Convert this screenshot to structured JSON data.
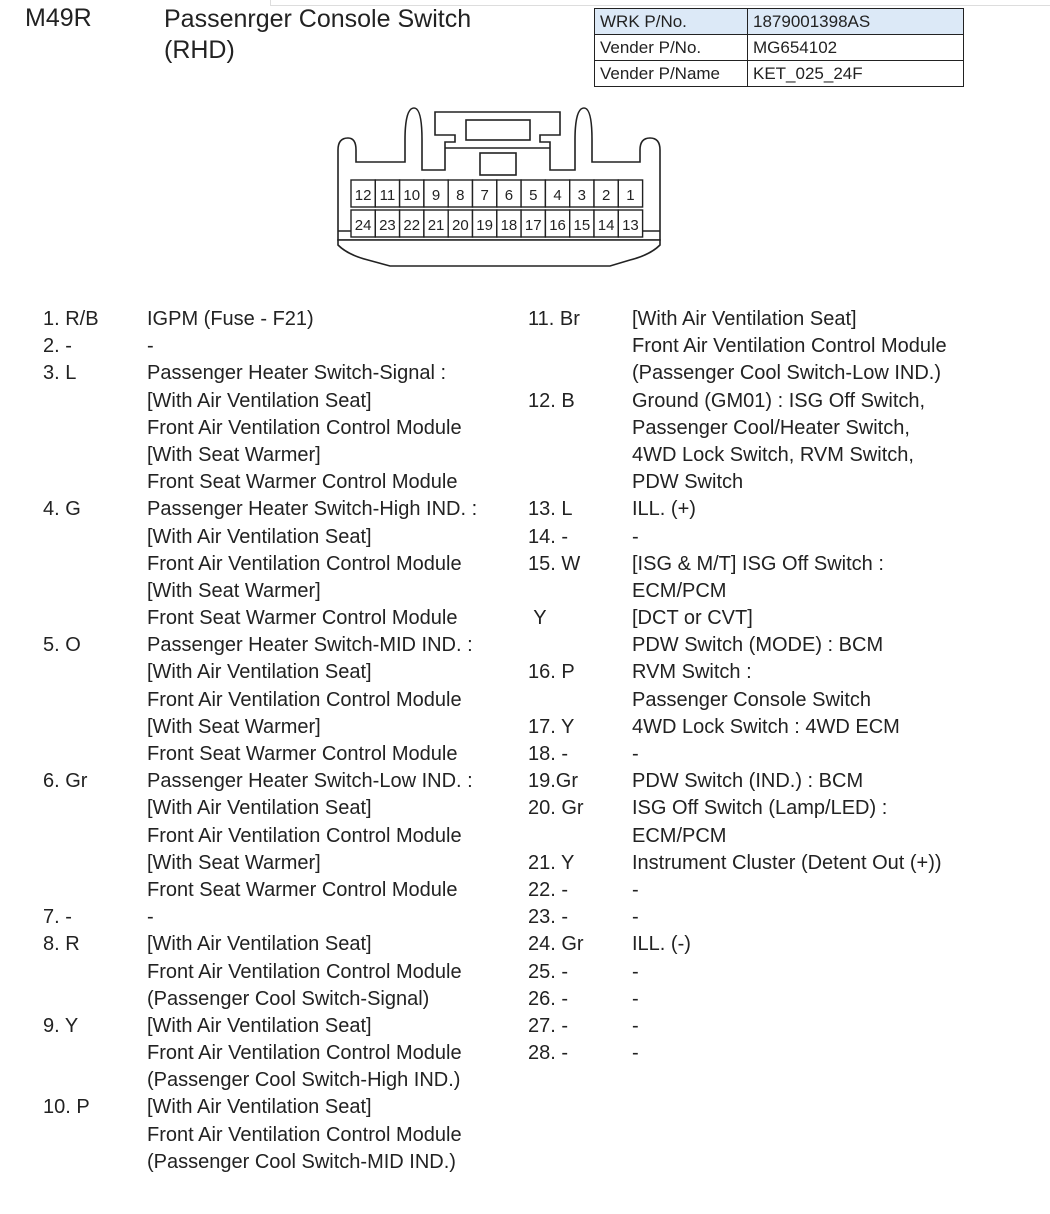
{
  "header": {
    "code": "M49R",
    "title_line1": "Passenrger Console Switch",
    "title_line2": "(RHD)"
  },
  "part_table": [
    {
      "label": "WRK P/No.",
      "value": "1879001398AS"
    },
    {
      "label": "Vender P/No.",
      "value": "MG654102"
    },
    {
      "label": "Vender P/Name",
      "value": "KET_025_24F"
    }
  ],
  "connector": {
    "top_row": [
      "12",
      "11",
      "10",
      "9",
      "8",
      "7",
      "6",
      "5",
      "4",
      "3",
      "2",
      "1"
    ],
    "bottom_row": [
      "24",
      "23",
      "22",
      "21",
      "20",
      "19",
      "18",
      "17",
      "16",
      "15",
      "14",
      "13"
    ]
  },
  "left_pins": [
    {
      "pin": "1. R/B",
      "lines": [
        "IGPM (Fuse - F21)"
      ]
    },
    {
      "pin": "2. -",
      "lines": [
        "-"
      ]
    },
    {
      "pin": "3. L",
      "lines": [
        "Passenger Heater Switch-Signal :",
        "[With Air Ventilation Seat]",
        "Front Air Ventilation Control Module",
        "[With Seat Warmer]",
        "Front Seat Warmer Control Module"
      ]
    },
    {
      "pin": "4. G",
      "lines": [
        "Passenger Heater Switch-High IND. :",
        "[With Air Ventilation Seat]",
        "Front Air Ventilation Control Module",
        "[With Seat Warmer]",
        "Front Seat Warmer Control Module"
      ]
    },
    {
      "pin": "5. O",
      "lines": [
        "Passenger Heater Switch-MID IND. :",
        "[With Air Ventilation Seat]",
        "Front Air Ventilation Control Module",
        "[With Seat Warmer]",
        "Front Seat Warmer Control Module"
      ]
    },
    {
      "pin": "6. Gr",
      "lines": [
        "Passenger Heater Switch-Low IND. :",
        "[With Air Ventilation Seat]",
        "Front Air Ventilation Control Module",
        "[With Seat Warmer]",
        "Front Seat Warmer Control Module"
      ]
    },
    {
      "pin": "7. -",
      "lines": [
        "-"
      ]
    },
    {
      "pin": "8. R",
      "lines": [
        "[With Air Ventilation Seat]",
        "Front Air Ventilation Control Module",
        "(Passenger Cool Switch-Signal)"
      ]
    },
    {
      "pin": "9. Y",
      "lines": [
        "[With Air Ventilation Seat]",
        "Front Air Ventilation Control Module",
        "(Passenger Cool Switch-High IND.)"
      ]
    },
    {
      "pin": "10. P",
      "lines": [
        "[With Air Ventilation Seat]",
        "Front Air Ventilation Control Module",
        "(Passenger Cool Switch-MID IND.)"
      ]
    }
  ],
  "right_pins": [
    {
      "pin": "11. Br",
      "lines": [
        "[With Air Ventilation Seat]",
        "Front Air Ventilation Control Module",
        "(Passenger Cool Switch-Low IND.)"
      ]
    },
    {
      "pin": "12. B",
      "lines": [
        "Ground (GM01) : ISG Off Switch,",
        "Passenger Cool/Heater Switch,",
        "4WD Lock Switch, RVM Switch,",
        "PDW Switch"
      ]
    },
    {
      "pin": "13. L",
      "lines": [
        "ILL. (+)"
      ]
    },
    {
      "pin": "14. -",
      "lines": [
        "-"
      ]
    },
    {
      "pin": "15. W",
      "lines": [
        "[ISG & M/T] ISG Off Switch :",
        "ECM/PCM"
      ]
    },
    {
      "pin": " Y",
      "lines": [
        "[DCT or CVT]",
        "PDW Switch (MODE) : BCM"
      ]
    },
    {
      "pin": "16. P",
      "lines": [
        "RVM Switch :",
        "Passenger Console Switch"
      ]
    },
    {
      "pin": "17. Y",
      "lines": [
        "4WD Lock Switch : 4WD ECM"
      ]
    },
    {
      "pin": "18. -",
      "lines": [
        "-"
      ]
    },
    {
      "pin": "19.Gr",
      "lines": [
        "PDW Switch (IND.) : BCM"
      ]
    },
    {
      "pin": "20. Gr",
      "lines": [
        "ISG Off Switch (Lamp/LED) :",
        "ECM/PCM"
      ]
    },
    {
      "pin": "21. Y",
      "lines": [
        "Instrument Cluster (Detent Out (+))"
      ]
    },
    {
      "pin": "22. -",
      "lines": [
        "-"
      ]
    },
    {
      "pin": "23. -",
      "lines": [
        "-"
      ]
    },
    {
      "pin": "24. Gr",
      "lines": [
        "ILL. (-)"
      ]
    },
    {
      "pin": "25. -",
      "lines": [
        "-"
      ]
    },
    {
      "pin": "26. -",
      "lines": [
        "-"
      ]
    },
    {
      "pin": "27. -",
      "lines": [
        "-"
      ]
    },
    {
      "pin": "28. -",
      "lines": [
        "-"
      ]
    }
  ]
}
